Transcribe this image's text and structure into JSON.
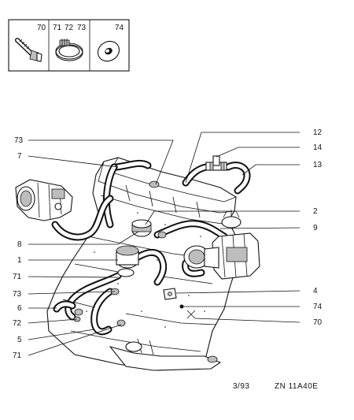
{
  "legend_box": {
    "parts": [
      {
        "number": "70",
        "icon": "bolt-icon"
      },
      {
        "number": "71",
        "icon": "hose-clamp-icon"
      },
      {
        "number": "72",
        "icon": "hose-clamp-icon"
      },
      {
        "number": "73",
        "icon": "hose-clamp-icon"
      },
      {
        "number": "74",
        "icon": "washer-icon"
      }
    ]
  },
  "callouts_left": [
    "73",
    "7",
    "8",
    "1",
    "71",
    "73",
    "6",
    "72",
    "5",
    "71"
  ],
  "callouts_right": [
    "12",
    "14",
    "13",
    "2",
    "9",
    "4",
    "74",
    "70"
  ],
  "footer": {
    "date": "3/93",
    "reference": "ZN 11A40E"
  }
}
